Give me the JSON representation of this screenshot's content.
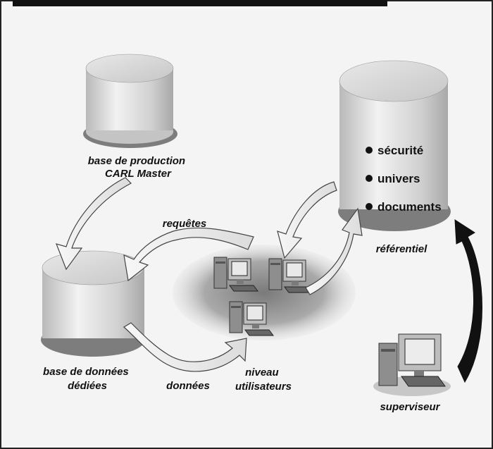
{
  "diagram": {
    "nodes": {
      "production_db": {
        "lines": [
          "base de production",
          "CARL Master"
        ]
      },
      "dedicated_db": {
        "lines": [
          "base de données",
          "dédiées"
        ]
      },
      "user_level": {
        "lines": [
          "niveau",
          "utilisateurs"
        ]
      },
      "referential": {
        "label": "référentiel",
        "items": [
          "sécurité",
          "univers",
          "documents"
        ]
      },
      "supervisor": {
        "label": "superviseur"
      }
    },
    "edges": {
      "requests": "requêtes",
      "data": "données"
    }
  }
}
